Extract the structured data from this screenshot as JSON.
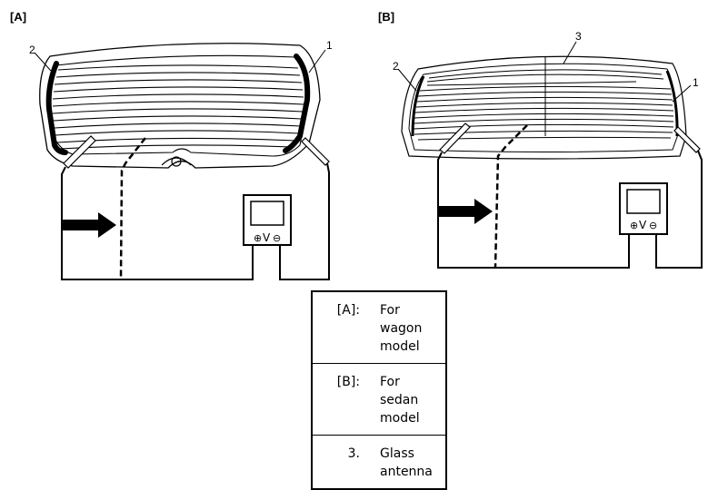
{
  "figure_a": {
    "label": "[A]",
    "callout_1": "1",
    "callout_2": "2"
  },
  "figure_b": {
    "label": "[B]",
    "callout_1": "1",
    "callout_2": "2",
    "callout_3": "3"
  },
  "meter": {
    "unit": "V",
    "positive": "⊕",
    "negative": "⊖"
  },
  "legend": [
    {
      "key": "[A]:",
      "value": "For wagon model"
    },
    {
      "key": "[B]:",
      "value": "For sedan model"
    },
    {
      "key": "3.",
      "value": "Glass antenna"
    }
  ]
}
